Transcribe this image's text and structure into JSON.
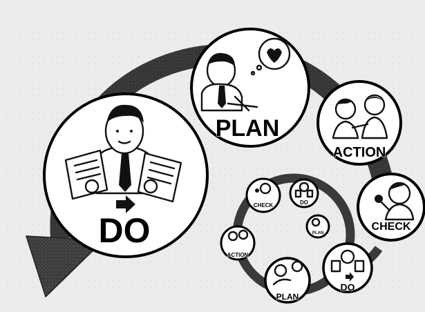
{
  "diagram": {
    "stages": [
      {
        "id": "do",
        "label": "DO"
      },
      {
        "id": "plan",
        "label": "PLAN"
      },
      {
        "id": "action",
        "label": "ACTION"
      },
      {
        "id": "check",
        "label": "CHECK"
      }
    ],
    "inner_cycle": [
      {
        "id": "check-small",
        "label": "CHECK"
      },
      {
        "id": "do-small-top",
        "label": "DO"
      },
      {
        "id": "plan-small-tiny",
        "label": "PLAN"
      },
      {
        "id": "action-small",
        "label": "ACTION"
      },
      {
        "id": "plan-small",
        "label": "PLAN"
      },
      {
        "id": "do-small",
        "label": "DO"
      }
    ]
  }
}
